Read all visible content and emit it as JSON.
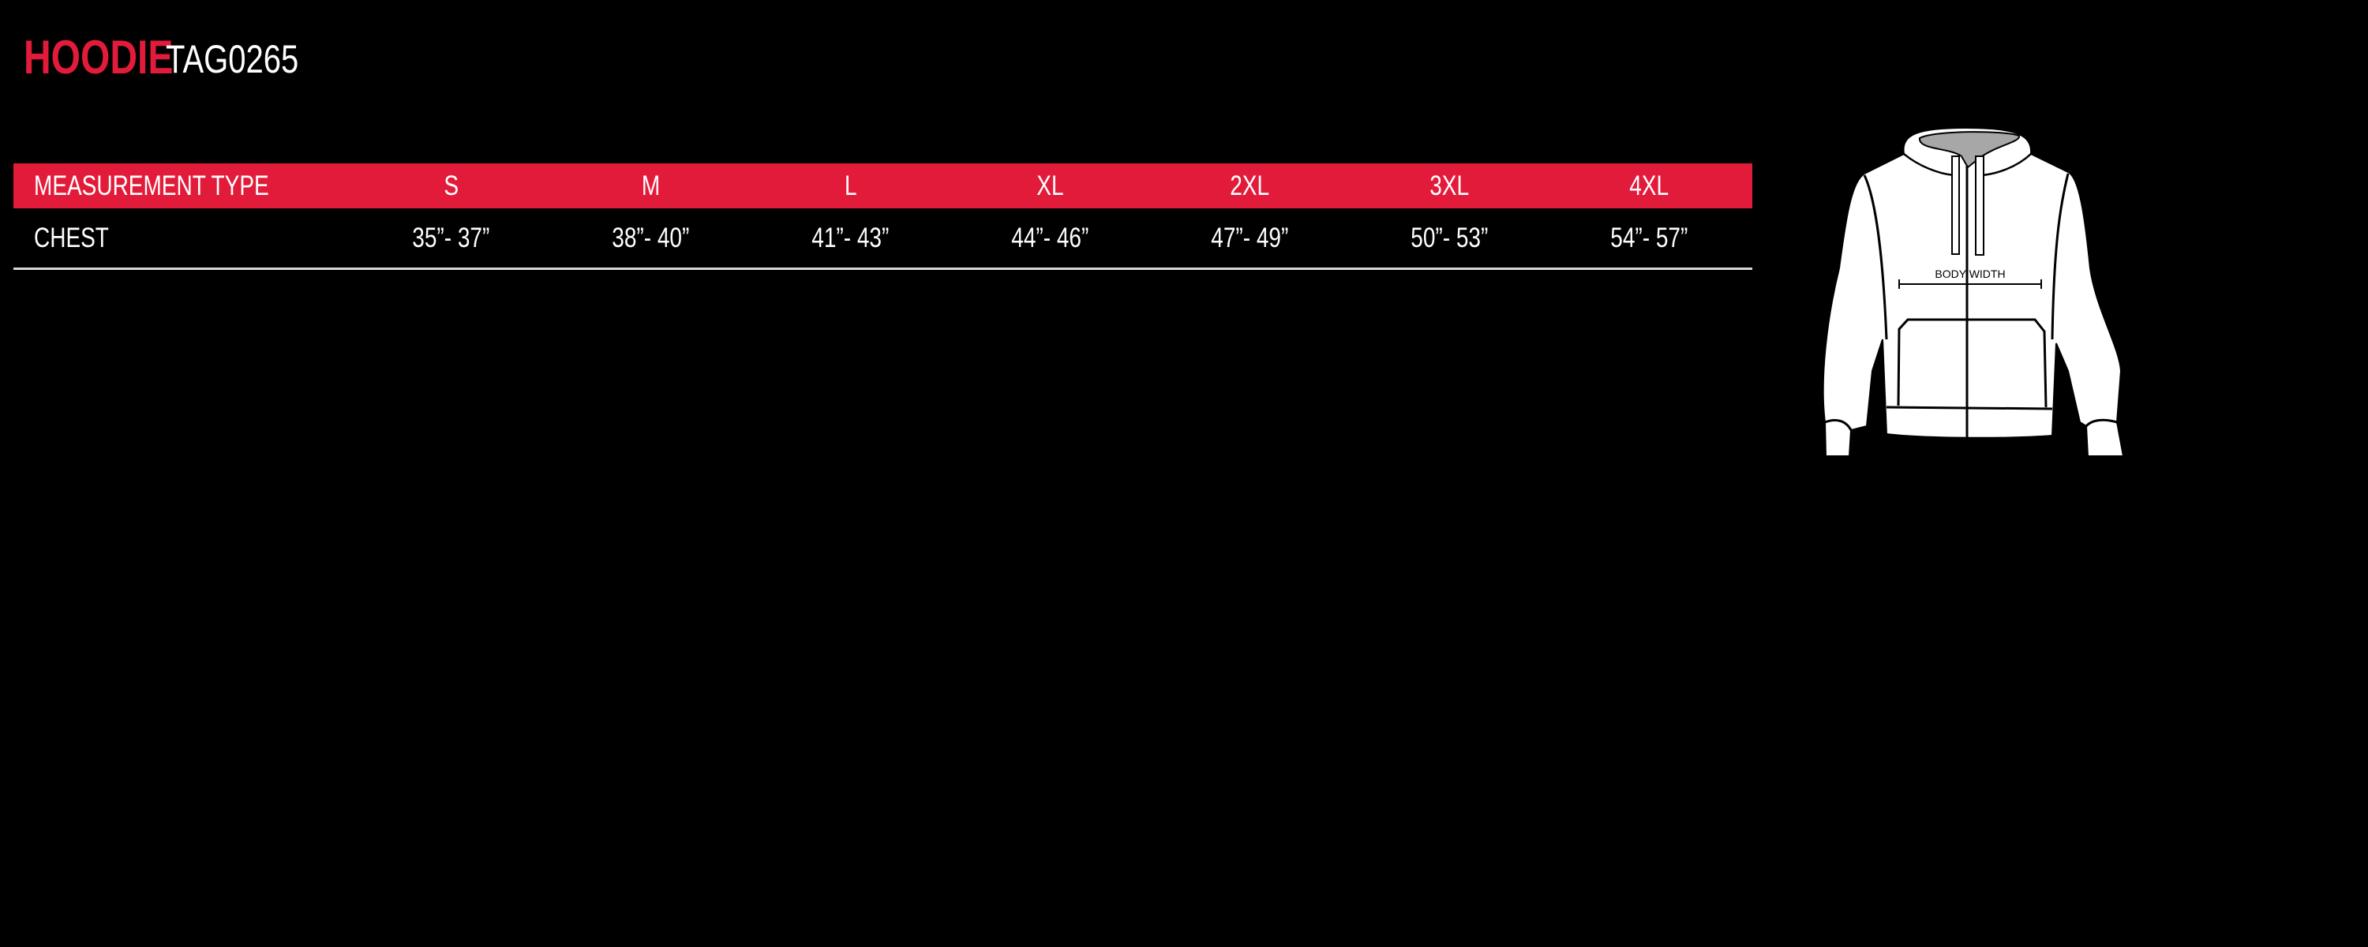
{
  "header": {
    "title": "HOODIE",
    "product_code": "TAG0265"
  },
  "table": {
    "columns": [
      "MEASUREMENT TYPE",
      "S",
      "M",
      "L",
      "XL",
      "2XL",
      "3XL",
      "4XL"
    ],
    "rows": [
      {
        "label": "CHEST",
        "values": [
          "35”- 37”",
          "38”- 40”",
          "41”- 43”",
          "44”- 46”",
          "47”- 49”",
          "50”- 53”",
          "54”- 57”"
        ]
      }
    ]
  },
  "diagram": {
    "label": "BODY WIDTH"
  },
  "colors": {
    "accent": "#e31b3b",
    "background": "#000000"
  }
}
